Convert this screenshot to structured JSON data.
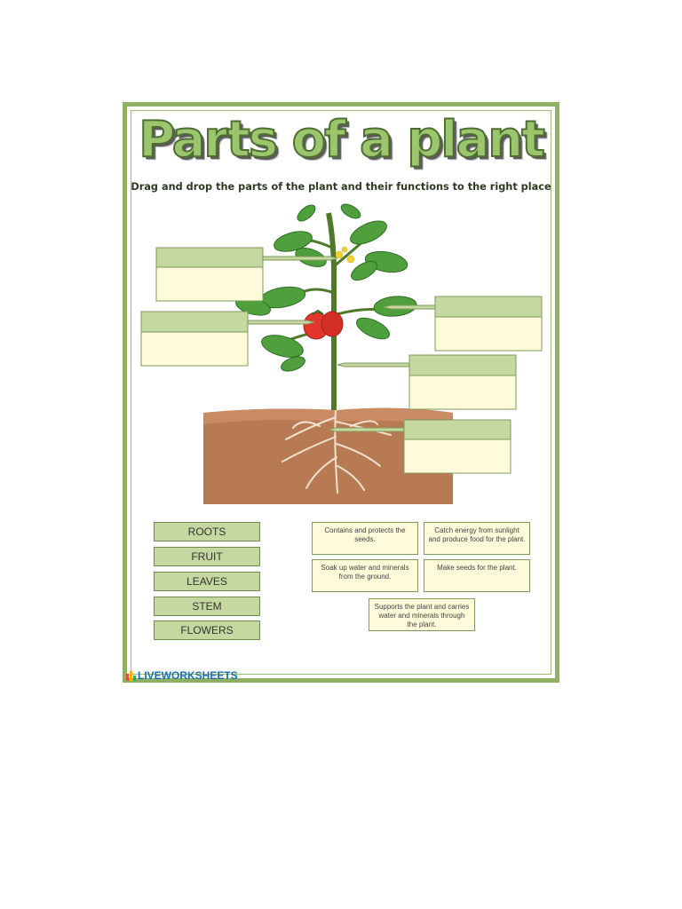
{
  "title": "Parts of a plant",
  "instructions": "Drag and drop the parts of the plant and their functions to the right place",
  "word_bank": [
    "ROOTS",
    "FRUIT",
    "LEAVES",
    "STEM",
    "FLOWERS"
  ],
  "functions": [
    "Contains and protects the seeds.",
    "Catch energy from sunlight and produce food for the plant.",
    "Soak up water and minerals from the ground.",
    "Make seeds for the plant.",
    "Supports the plant and carries water and minerals through the plant."
  ],
  "brand": "LIVEWORKSHEETS",
  "colors": {
    "accent_green": "#8fb062",
    "label_fill": "#c5d8a0",
    "answer_fill": "#fdfbd9",
    "soil": "#b87a52",
    "brand_blue": "#1a6fb0"
  }
}
